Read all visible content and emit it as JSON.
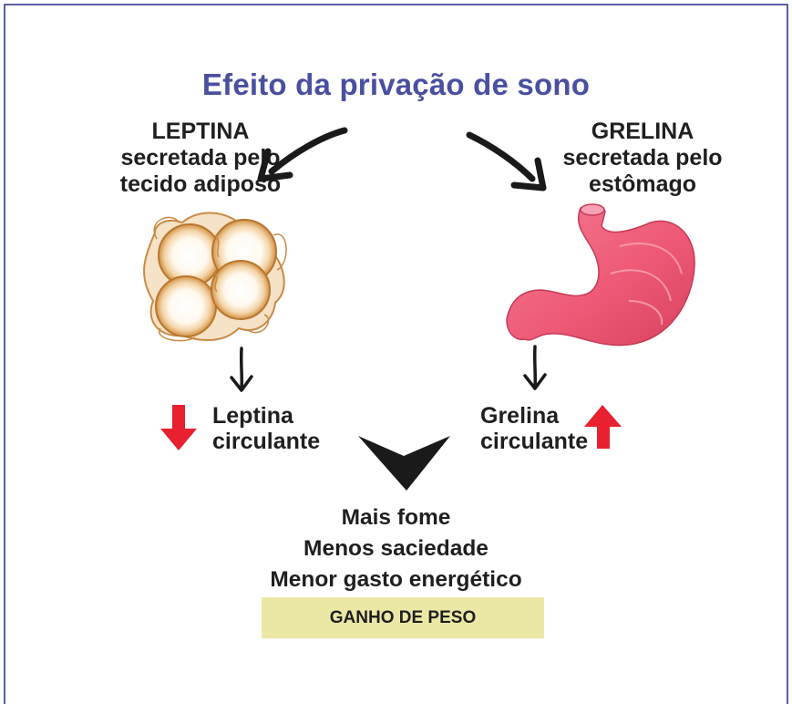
{
  "title": "Efeito da privação de sono",
  "left": {
    "hormone": "LEPTINA",
    "line2": "secretada pelo",
    "line3": "tecido adiposo",
    "effect_line1": "Leptina",
    "effect_line2": "circulante",
    "direction": "down"
  },
  "right": {
    "hormone": "GRELINA",
    "line2": "secretada pelo",
    "line3": "estômago",
    "effect_line1": "Grelina",
    "effect_line2": "circulante",
    "direction": "up"
  },
  "outcomes": [
    "Mais fome",
    "Menos saciedade",
    "Menor gasto energético"
  ],
  "result": "GANHO DE PESO",
  "colors": {
    "title": "#4a4fa0",
    "frame": "#5a5fa6",
    "red_arrow": "#e8202f",
    "stomach": "#ee5a77",
    "fat_cells": "#d99a55",
    "result_box": "#ebe8a6"
  },
  "icons": [
    "fat-cells-illustration",
    "stomach-illustration",
    "down-red-arrow-icon",
    "up-red-arrow-icon"
  ]
}
